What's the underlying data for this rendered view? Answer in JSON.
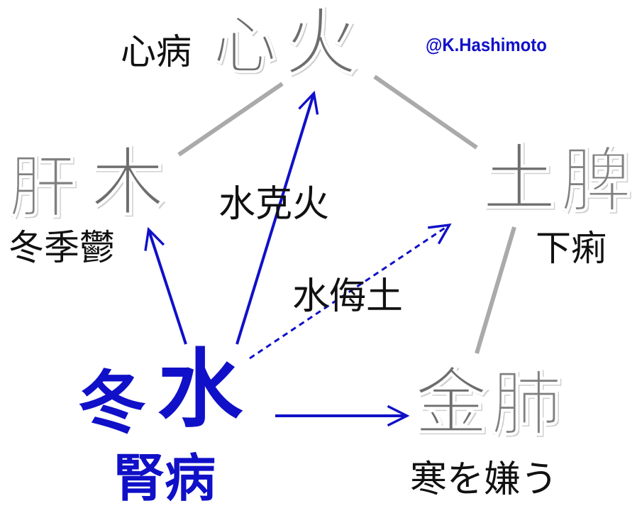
{
  "credit": "@K.Hashimoto",
  "nodes": {
    "fire": {
      "organ": "心",
      "element": "火",
      "disease": "心病"
    },
    "wood": {
      "organ": "肝",
      "element": "木",
      "disease": "冬季鬱"
    },
    "earth": {
      "organ": "脾",
      "element": "土",
      "disease": "下痢"
    },
    "metal": {
      "organ": "肺",
      "element": "金",
      "disease": "寒を嫌う"
    },
    "water": {
      "season": "冬",
      "element": "水",
      "disease": "腎病"
    }
  },
  "relations": {
    "overcomes": "水克火",
    "insults": "水侮土"
  },
  "colors": {
    "highlight": "#1010c8",
    "cycle_line": "#aaaaaa",
    "node_text": "#6e6e6e",
    "label_text": "#111111"
  }
}
